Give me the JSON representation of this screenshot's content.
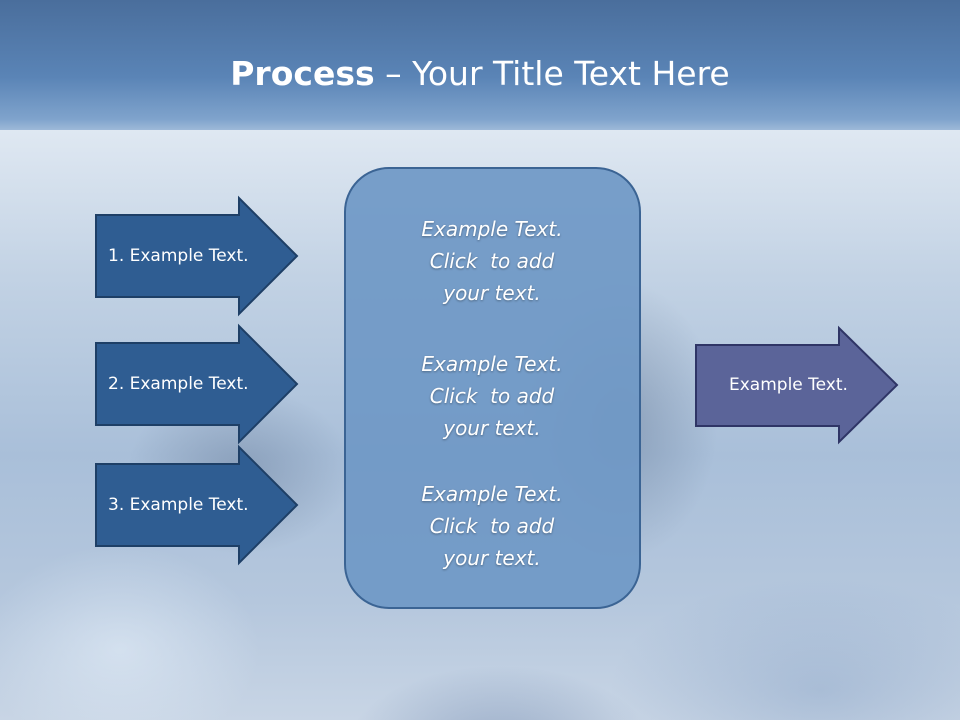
{
  "title": {
    "bold": "Process",
    "rest": " – Your Title Text Here"
  },
  "steps": [
    {
      "label": "1. Example Text."
    },
    {
      "label": "2. Example Text."
    },
    {
      "label": "3. Example Text."
    }
  ],
  "center_box": {
    "paragraphs": [
      [
        "Example Text.",
        "Click  to add",
        "your text."
      ],
      [
        "Example Text.",
        "Click  to add",
        "your text."
      ],
      [
        "Example Text.",
        "Click  to add",
        "your text."
      ]
    ]
  },
  "output": {
    "label": "Example Text."
  },
  "colors": {
    "step_arrow_fill": "#2f5d92",
    "step_arrow_stroke": "#1e3f66",
    "output_arrow_fill": "#5b6499",
    "center_box_fill": "#6f98c6",
    "center_box_stroke": "#3b6494"
  }
}
